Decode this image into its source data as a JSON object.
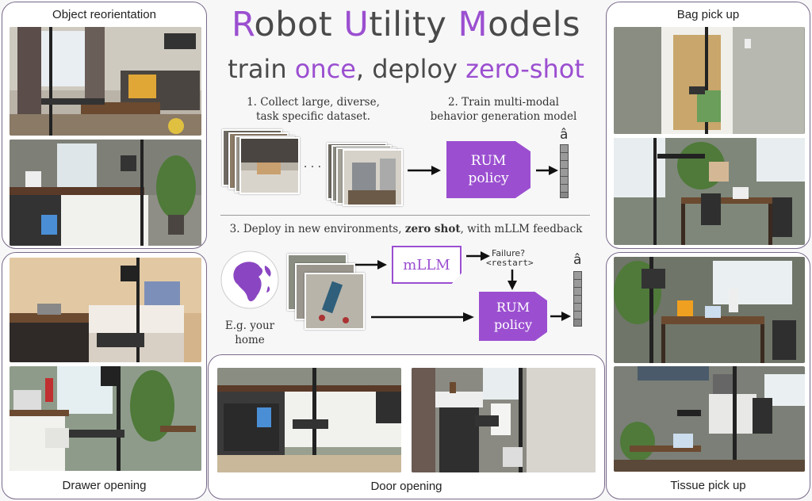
{
  "title": {
    "w1_first": "R",
    "w1_rest": "obot ",
    "w2_first": "U",
    "w2_rest": "tility ",
    "w3_first": "M",
    "w3_rest": "odels"
  },
  "subtitle": {
    "part1": "train ",
    "acc1": "once",
    "part2": ", deploy ",
    "acc2": "zero-shot"
  },
  "steps": {
    "step1_line1": "1. Collect large, diverse,",
    "step1_line2": "task specific dataset.",
    "step2_line1": "2. Train multi-modal",
    "step2_line2": "behavior generation model",
    "step3_pre": "3. Deploy in new environments, ",
    "step3_bold": "zero shot",
    "step3_post": ", with mLLM feedback",
    "ellipsis": ". . ."
  },
  "policy": {
    "line1": "RUM",
    "line2": "policy"
  },
  "mllm": {
    "label": "mLLM",
    "failure": "Failure?",
    "restart": "<restart>"
  },
  "ahat": "â",
  "home": {
    "line1": "E.g. your",
    "line2": "home"
  },
  "panels": {
    "object_reorientation": "Object reorientation",
    "drawer_opening": "Drawer opening",
    "door_opening": "Door opening",
    "bag_pick_up": "Bag pick up",
    "tissue_pick_up": "Tissue pick up"
  },
  "colors": {
    "accent": "#9b4fd0",
    "text": "#4a4a4a",
    "panel_border": "#7a6a8a"
  }
}
